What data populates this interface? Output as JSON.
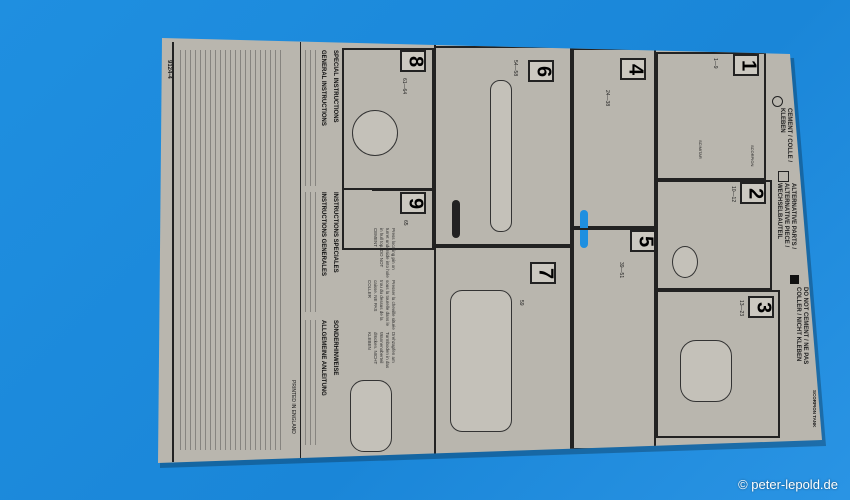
{
  "sheet": {
    "code": "9124-4",
    "printed": "PRINTED IN ENGLAND",
    "title": "SCORPION TANK",
    "legend": {
      "cement": "CEMENT / COLLE / KLEBEN",
      "alternative": "ALTERNATIVE PARTS / ALTERNATIVE PIECE / WECHSELBAUTEIL",
      "no_cement": "DO NOT CEMENT / NE PAS COLLER / NICHT KLEBEN"
    },
    "sections": {
      "special_en": "SPECIAL INSTRUCTIONS",
      "general_en": "GENERAL INSTRUCTIONS",
      "special_fr": "INSTRUCTIONS SPECIALES",
      "general_fr": "INSTRUCTIONS GENERALES",
      "special_de": "SONDERHINWEISE",
      "general_de": "ALLGEMEINE ANLEITUNG"
    },
    "step9_notes": {
      "en": "Press locating pin on turret underside into hole in hull top. DO NOT CEMENT",
      "fr": "Presser la cheville située sous la tourelle dans le trou du dessus de la caisse. NE PAS COLLER",
      "de": "Drehzapfen am Turmboden in das Wannenoberteil drücken. NICHT KLEBEN"
    },
    "steps": [
      {
        "number": "1",
        "parts": "1—9"
      },
      {
        "number": "2",
        "parts": "10—12"
      },
      {
        "number": "3",
        "parts": "13—23"
      },
      {
        "number": "4",
        "parts": "24—38"
      },
      {
        "number": "5",
        "parts": "39—51"
      },
      {
        "number": "6",
        "parts": "54—58"
      },
      {
        "number": "7",
        "parts": "59"
      },
      {
        "number": "8",
        "parts": "61—64"
      },
      {
        "number": "9",
        "parts": "65"
      }
    ],
    "variants": [
      "SCIMITAR",
      "SCORPION"
    ]
  },
  "watermark": "© peter-lepold.de"
}
